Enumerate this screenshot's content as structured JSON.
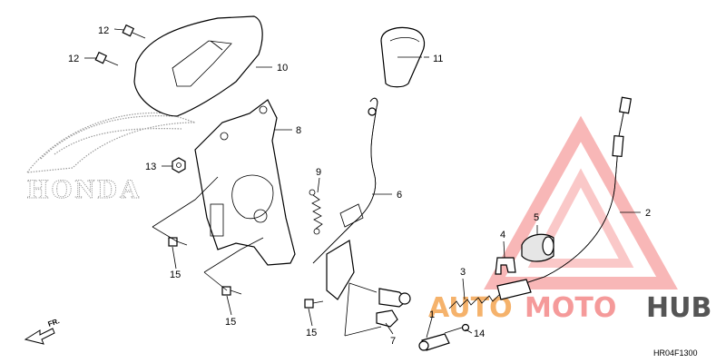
{
  "callouts": {
    "c1": "1",
    "c2": "2",
    "c3": "3",
    "c4": "4",
    "c5": "5",
    "c6": "6",
    "c7": "7",
    "c8": "8",
    "c9": "9",
    "c10": "10",
    "c11": "11",
    "c12a": "12",
    "c12b": "12",
    "c13": "13",
    "c14": "14",
    "c15a": "15",
    "c15b": "15",
    "c15c": "15"
  },
  "direction_label": "FR.",
  "diagram_code": "HR04F1300",
  "brand_logo": {
    "text": "HONDA",
    "style": "dotted-wing"
  },
  "watermark": {
    "parts": [
      "AUTO",
      "MOTO",
      "HUB"
    ],
    "colors": {
      "auto": "#f5b26b",
      "moto": "#f59a9a",
      "hub": "#555555",
      "triangle": "#f06060"
    }
  },
  "colors": {
    "line": "#000000",
    "logo_dots": "#9a9a9a"
  }
}
